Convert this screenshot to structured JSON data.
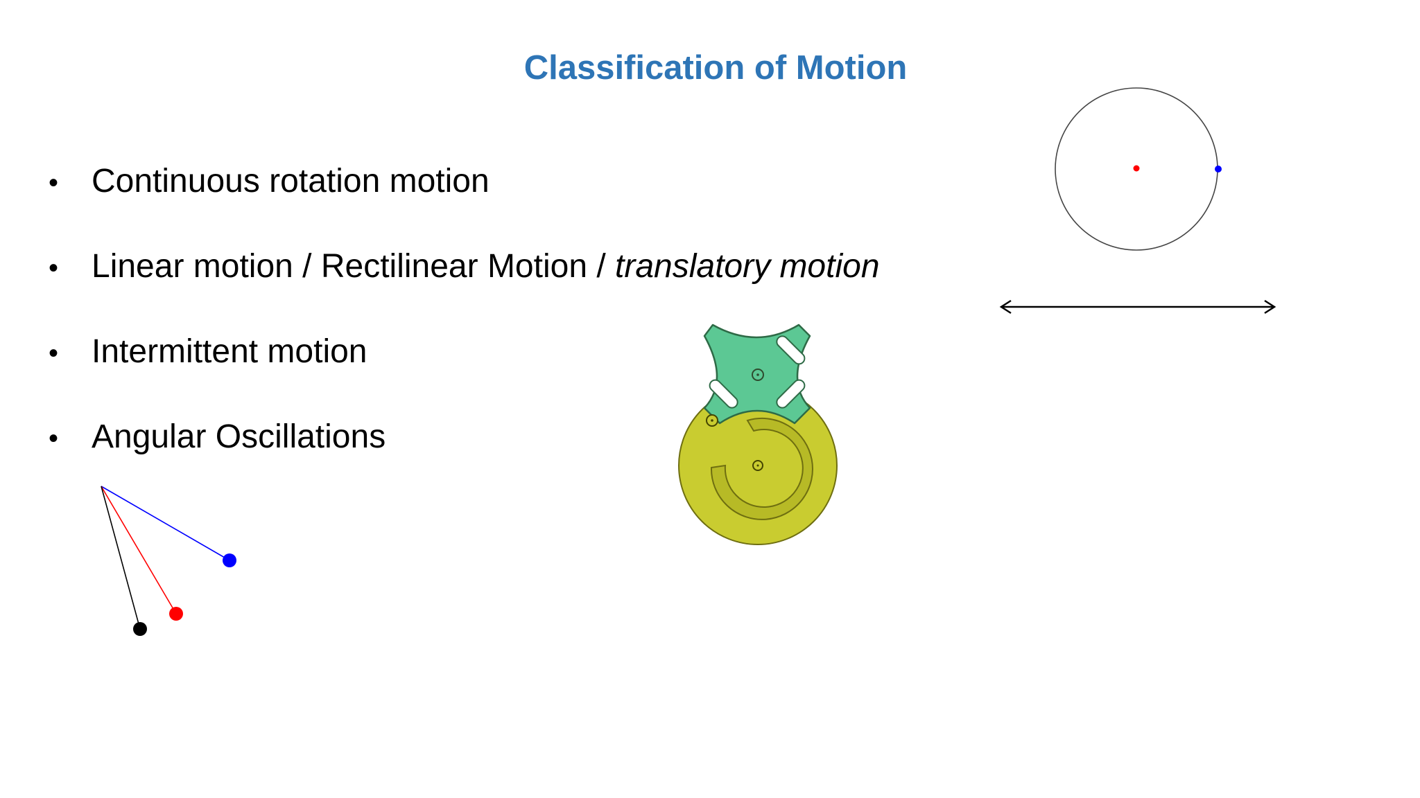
{
  "slide": {
    "title": "Classification of Motion",
    "bullet_marker": "•",
    "bullets": [
      {
        "text": "Continuous rotation motion",
        "italic_suffix": ""
      },
      {
        "text": "Linear motion / Rectilinear Motion / ",
        "italic_suffix": "translatory motion"
      },
      {
        "text": "Intermittent motion",
        "italic_suffix": ""
      },
      {
        "text": "Angular Oscillations",
        "italic_suffix": ""
      }
    ]
  },
  "colors": {
    "title": "#2e75b6",
    "text": "#000000",
    "circle_center": "#ff0000",
    "circle_point": "#0000ff",
    "pendulum_blue": "#0000ff",
    "pendulum_red": "#ff0000",
    "pendulum_black": "#000000",
    "geneva_wheel": "#5cc894",
    "drive_wheel": "#c9cc30"
  },
  "figures": {
    "rotation": {
      "icon": "circle-rotation-icon"
    },
    "linear": {
      "icon": "double-arrow-icon"
    },
    "intermittent": {
      "icon": "geneva-mechanism-icon"
    },
    "oscillation": {
      "icon": "pendulum-icon"
    }
  }
}
